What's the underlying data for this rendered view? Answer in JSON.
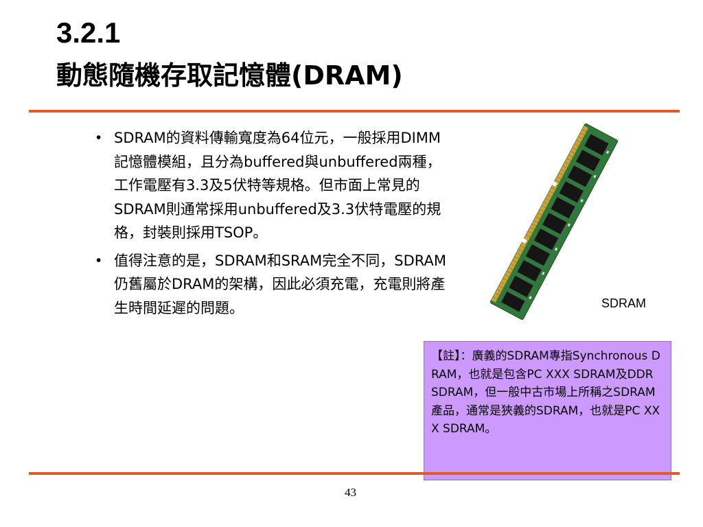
{
  "slide": {
    "title_line1": "3.2.1",
    "title_line2": "動態隨機存取記憶體(DRAM)",
    "bullets": [
      "SDRAM的資料傳輸寬度為64位元，一般採用DIMM記憶體模組，且分為buffered與unbuffered兩種，工作電壓有3.3及5伏特等規格。但市面上常見的SDRAM則通常採用unbuffered及3.3伏特電壓的規格，封裝則採用TSOP。",
      "值得注意的是，SDRAM和SRAM完全不同，SDRAM仍舊屬於DRAM的架構，因此必須充電，充電則將產生時間延遲的問題。"
    ],
    "image_caption": "SDRAM",
    "note": "【註】：廣義的SDRAM專指Synchronous DRAM，也就是包含PC XXX SDRAM及DDR SDRAM，但一般中古市場上所稱之SDRAM產品，通常是狹義的SDRAM，也就是PC XXX SDRAM。",
    "page_number": "43"
  },
  "colors": {
    "accent_rule": "#e05a2a",
    "note_background": "#cc99ff",
    "pcb_green": "#2f7a3a",
    "chip_black": "#151515",
    "contact_gold": "#c9a43a"
  },
  "icons": {
    "ram_module": "sdram-module-illustration"
  }
}
